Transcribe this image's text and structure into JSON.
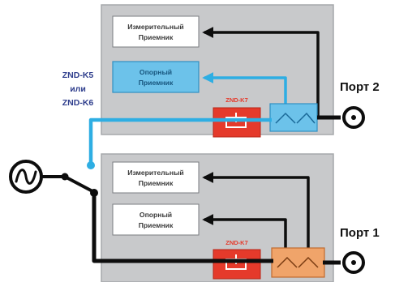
{
  "top_panel": {
    "measuring_rx_line1": "Измерительный",
    "measuring_rx_line2": "Приемник",
    "reference_rx_line1": "Опорный",
    "reference_rx_line2": "Приемник",
    "znd_label": "ZND-K7"
  },
  "bottom_panel": {
    "measuring_rx_line1": "Измерительный",
    "measuring_rx_line2": "Приемник",
    "reference_rx_line1": "Опорный",
    "reference_rx_line2": "Приемник",
    "znd_label": "ZND-K7"
  },
  "kit_label": {
    "line1": "ZND-K5",
    "line2": "или",
    "line3": "ZND-K6"
  },
  "ports": {
    "port2": "Порт 2",
    "port1": "Порт 1"
  },
  "colors": {
    "panel": "#c8c9cb",
    "blue_wire": "#2eaee3",
    "black_wire": "#0d0d0d",
    "znd_red": "#e53a2b",
    "coupler_orange": "#f0a46a",
    "coupler_blue": "#6cc2ea",
    "kit_label": "#2e3d8c"
  },
  "icons": {
    "source": "sine-source-icon",
    "port": "rf-port-connector-icon",
    "switch": "rf-switch-icon",
    "attenuator": "step-attenuator-icon"
  }
}
